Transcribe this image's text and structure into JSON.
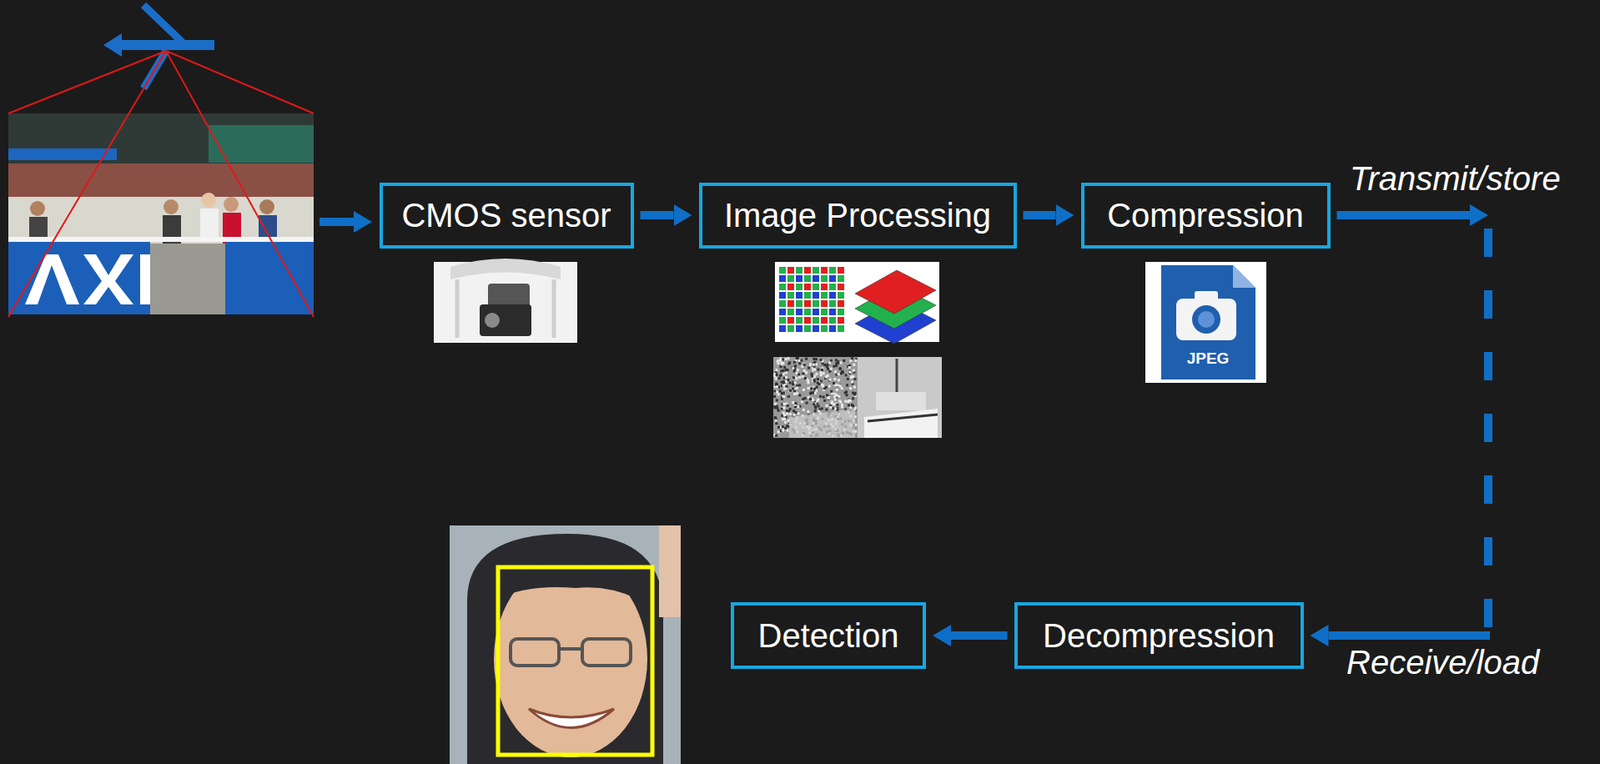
{
  "diagram": {
    "nodes": [
      {
        "text": [
          "CMOS sensor"
        ]
      },
      {
        "text": [
          "Image Processing"
        ]
      },
      {
        "text": [
          "Compression"
        ]
      },
      {
        "text": [
          "Decompression"
        ]
      },
      {
        "text": [
          "Detection"
        ]
      }
    ],
    "edges": [
      {
        "from": 0,
        "to": 1,
        "arrow": "to"
      },
      {
        "from": 1,
        "to": 2,
        "arrow": "to"
      },
      {
        "from": 2,
        "to": 3,
        "arrow": "to"
      },
      {
        "from": 3,
        "to": 4,
        "arrow": "to"
      }
    ],
    "labels": [
      "Transmit/store",
      "JPEG",
      "Receive/load"
    ]
  }
}
